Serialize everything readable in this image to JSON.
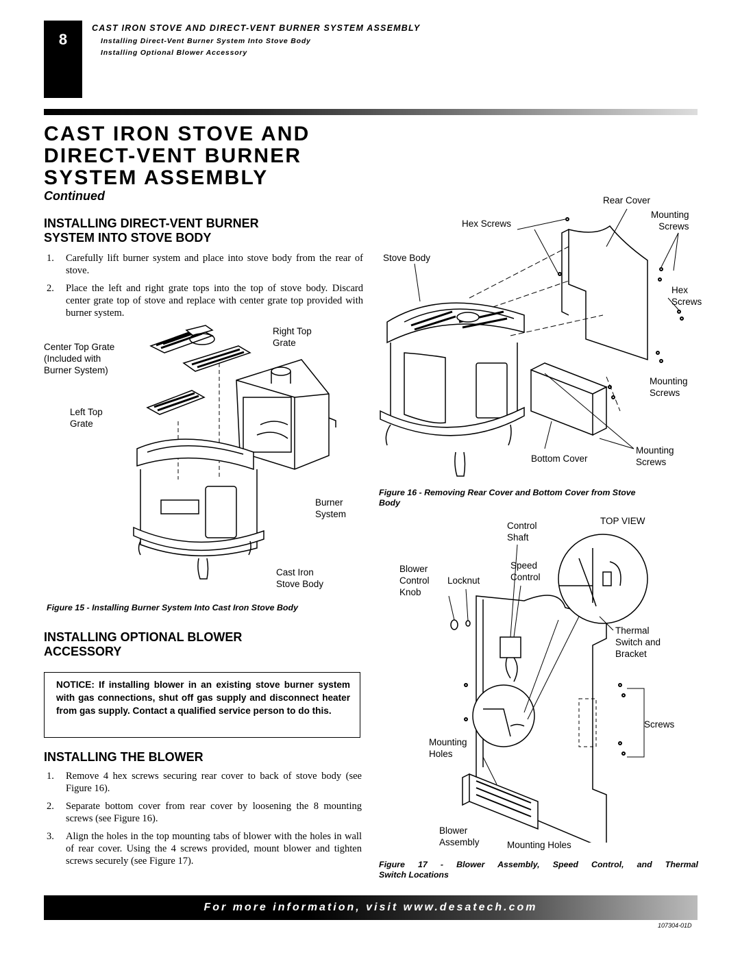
{
  "header": {
    "page_number": "8",
    "running_title": "CAST IRON STOVE AND DIRECT-VENT BURNER SYSTEM ASSEMBLY",
    "sub1": "Installing Direct-Vent Burner System Into Stove Body",
    "sub2": "Installing Optional Blower Accessory"
  },
  "title": {
    "line1": "CAST IRON STOVE AND",
    "line2": "DIRECT-VENT BURNER",
    "line3": "SYSTEM ASSEMBLY",
    "continued": "Continued"
  },
  "section1": {
    "heading_line1": "INSTALLING DIRECT-VENT BURNER",
    "heading_line2": "SYSTEM INTO STOVE BODY",
    "steps": [
      {
        "num": "1.",
        "text": "Carefully lift burner system and place into stove body from the rear of stove."
      },
      {
        "num": "2.",
        "text": "Place the left and right grate tops into the top of stove body. Discard center grate top of stove and replace with center grate top provided with burner system."
      }
    ]
  },
  "figure15": {
    "labels": {
      "center_top_grate": "Center Top Grate",
      "included_with": "(Included with",
      "burner_system_paren": "Burner System)",
      "right_top": "Right Top",
      "grate_r": "Grate",
      "left_top": "Left Top",
      "grate_l": "Grate",
      "burner": "Burner",
      "system": "System",
      "cast_iron": "Cast Iron",
      "stove_body": "Stove Body"
    },
    "caption": "Figure 15 - Installing Burner System Into Cast Iron Stove Body"
  },
  "section2": {
    "heading_line1": "INSTALLING OPTIONAL BLOWER",
    "heading_line2": "ACCESSORY",
    "notice": "NOTICE: If installing blower in an existing stove burner system with gas connections, shut off gas supply and disconnect heater from gas supply. Contact a qualified service person to do this."
  },
  "section3": {
    "heading": "INSTALLING THE BLOWER",
    "steps": [
      {
        "num": "1.",
        "text": "Remove 4 hex screws securing rear cover to back of stove body (see Figure 16)."
      },
      {
        "num": "2.",
        "text": "Separate bottom cover from rear cover by loosening the 8 mounting screws (see Figure 16)."
      },
      {
        "num": "3.",
        "text": "Align the holes in the top mounting tabs of blower with the holes in wall of rear cover. Using the 4 screws provided, mount blower and tighten screws securely (see Figure 17)."
      }
    ]
  },
  "figure16": {
    "labels": {
      "rear_cover": "Rear Cover",
      "hex_screws": "Hex Screws",
      "mounting": "Mounting",
      "screws": "Screws",
      "stove_body": "Stove Body",
      "hex": "Hex",
      "hex_screws2": "Screws",
      "mounting2": "Mounting",
      "screws2": "Screws",
      "bottom_cover": "Bottom Cover",
      "mounting3": "Mounting",
      "screws3": "Screws"
    },
    "caption_line1": "Figure 16 - Removing Rear Cover and Bottom Cover from Stove",
    "caption_line2": "Body"
  },
  "figure17": {
    "labels": {
      "control": "Control",
      "shaft": "Shaft",
      "top_view": "TOP VIEW",
      "blower": "Blower",
      "control2": "Control",
      "knob": "Knob",
      "locknut": "Locknut",
      "speed": "Speed",
      "control3": "Control",
      "thermal": "Thermal",
      "switch_and": "Switch and",
      "bracket": "Bracket",
      "screws": "Screws",
      "mounting": "Mounting",
      "holes": "Holes",
      "blower2": "Blower",
      "assembly": "Assembly",
      "mounting_holes": "Mounting Holes"
    },
    "caption_line1": "Figure 17 - Blower Assembly, Speed Control, and Thermal",
    "caption_line2": "Switch Locations"
  },
  "footer": {
    "banner": "For more information, visit www.desatech.com",
    "doc_code": "107304-01D"
  }
}
